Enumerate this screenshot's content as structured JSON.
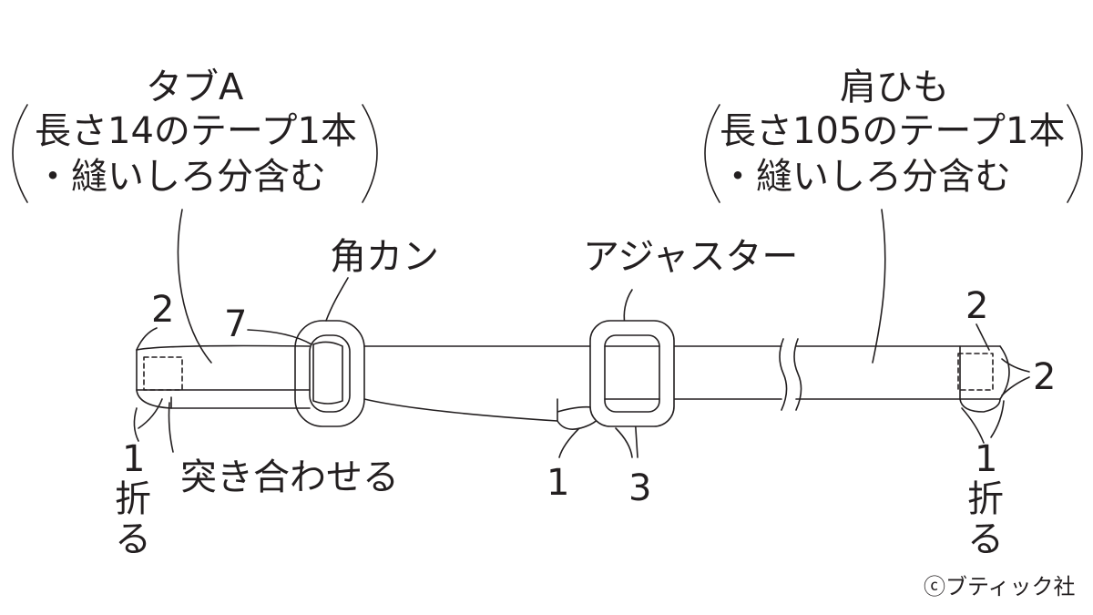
{
  "tab_a": {
    "title": "タブA",
    "line1": "長さ14のテープ1本",
    "line2": "・縫いしろ分含む"
  },
  "shoulder_strap": {
    "title": "肩ひも",
    "line1": "長さ105のテープ1本",
    "line2": "・縫いしろ分含む"
  },
  "labels": {
    "kakukan": "角カン",
    "adjuster": "アジャスター",
    "tsukiawaseru": "突き合わせる",
    "fold": "折る"
  },
  "dimensions": {
    "left_fold_width": "2",
    "tab_length": "7",
    "left_fold_amount": "1",
    "adjuster_fold": "1",
    "adjuster_overlap": "3",
    "right_fold_width": "2",
    "right_fold_height": "2",
    "right_fold_amount": "1"
  },
  "copyright": "ⓒブティック社",
  "colors": {
    "line": "#231f20",
    "background": "#ffffff"
  }
}
